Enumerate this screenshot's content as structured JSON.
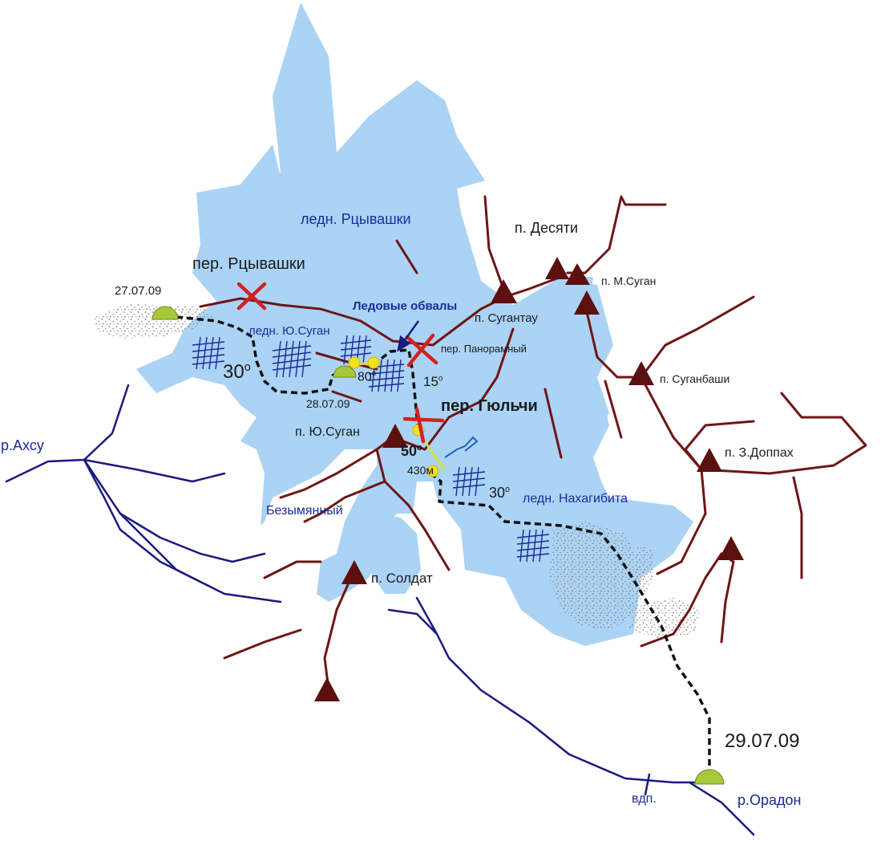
{
  "colors": {
    "glacier": "#aad3f5",
    "ridge": "#6e1515",
    "peak": "#5c1010",
    "river": "#1a1a80",
    "route": "#111111",
    "pass_mark": "#d42020",
    "camp": "#a8c83a",
    "waypoint": "#f0e020",
    "crevasse": "#1a2b99",
    "scree": "#8a7d78"
  },
  "glaciers": {
    "rtsyvashki": "ледн. Рцывашки",
    "yu_sugan": "ледн. Ю.Суган",
    "nakhagibita": "ледн. Нахагибита",
    "bezymyanny": "Безымянный"
  },
  "passes": {
    "rtsyvashki": "пер. Рцывашки",
    "panoramny": "пер. Панорамный",
    "gyulchi": "пер. Гюльчи"
  },
  "peaks": {
    "desyati": "п. Десяти",
    "m_sugan": "п. М.Суган",
    "sugantau": "п. Сугантау",
    "suganbashi": "п. Суганбаши",
    "z_doppakh": "п. З.Доппах",
    "yu_sugan": "п. Ю.Суган",
    "soldat": "п. Солдат"
  },
  "rivers": {
    "akhsu": "р.Ахсу",
    "oradon": "р.Орадон",
    "waterfall": "вдп."
  },
  "annotations": {
    "icefall": "Ледовые обвалы",
    "rope_length": "430м"
  },
  "dates": {
    "day1": "27.07.09",
    "day2": "28.07.09",
    "day3": "29.07.09"
  },
  "slopes": {
    "s1": "30",
    "s2": "80",
    "s3": "15",
    "s4": "50",
    "s5": "30",
    "degree": "o"
  },
  "icons": {
    "peak": "triangle-peak-icon",
    "pass": "cross-pass-icon",
    "camp": "half-circle-camp-icon",
    "waypoint": "circle-waypoint-icon",
    "crevasse": "crosshatch-crevasse-icon",
    "moraine": "dotted-scree-icon"
  }
}
